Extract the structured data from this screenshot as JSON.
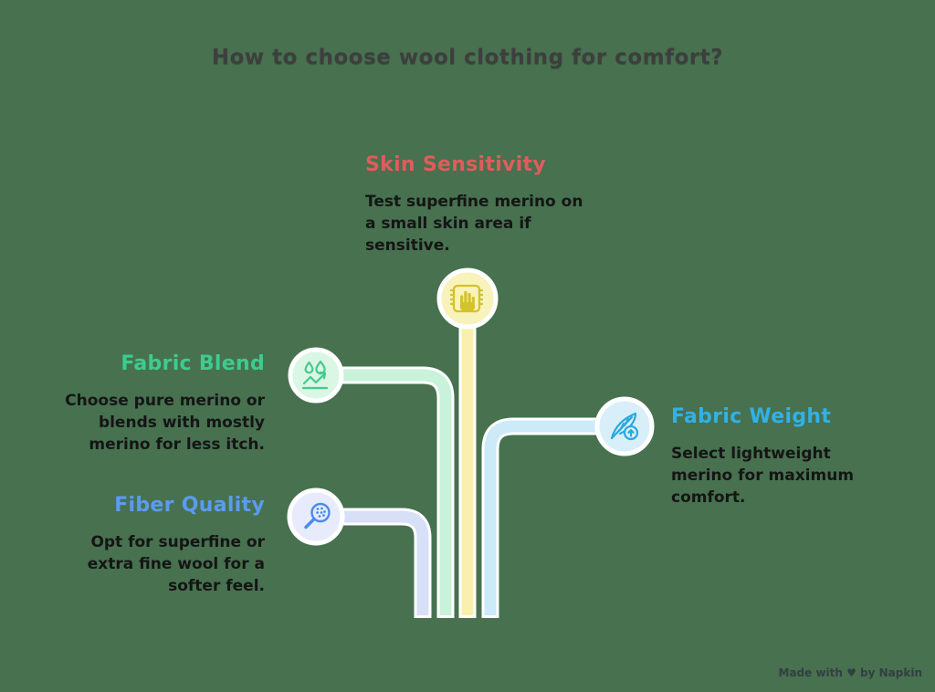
{
  "background_color": "#47714f",
  "title": {
    "text": "How to choose wool clothing for comfort?",
    "color": "#3e3e3e"
  },
  "watermark": {
    "text": "Made with ♥ by Napkin"
  },
  "nodes": [
    {
      "label": "Skin Sensitivity",
      "description": "Test superfine merino on a small skin area if sensitive.",
      "title_color": "#e05c5c",
      "circle_fill": "#f8f2bb",
      "icon_color": "#d3c32b",
      "line_color": "#f9f0ae",
      "icon": "hand-on-fabric-icon"
    },
    {
      "label": "Fabric Blend",
      "description": "Choose pure merino or blends with mostly merino for less itch.",
      "title_color": "#3ecb8e",
      "circle_fill": "#daf6e4",
      "icon_color": "#44ca8d",
      "line_color": "#c8f2da",
      "icon": "droplets-wicking-icon"
    },
    {
      "label": "Fiber Quality",
      "description": "Opt for superfine or extra fine wool for a softer feel.",
      "title_color": "#5b9bf0",
      "circle_fill": "#e7ebfb",
      "icon_color": "#4a8bec",
      "line_color": "#d8e0f8",
      "icon": "magnifier-fibers-icon"
    },
    {
      "label": "Fabric Weight",
      "description": "Select lightweight merino for maximum comfort.",
      "title_color": "#31b1e6",
      "circle_fill": "#d8effa",
      "icon_color": "#2aa9dd",
      "line_color": "#cdeaf8",
      "icon": "feather-arrow-icon"
    }
  ]
}
